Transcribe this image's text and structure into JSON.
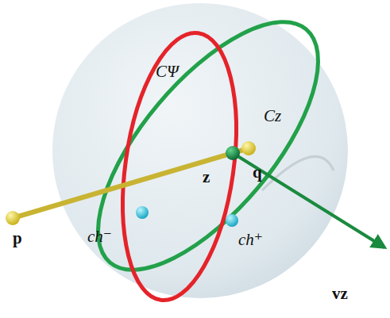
{
  "diagram": {
    "labels": [
      "CΨ",
      "Cz",
      "q",
      "z",
      "p",
      "ch⁻",
      "ch⁺",
      "vz"
    ]
  }
}
